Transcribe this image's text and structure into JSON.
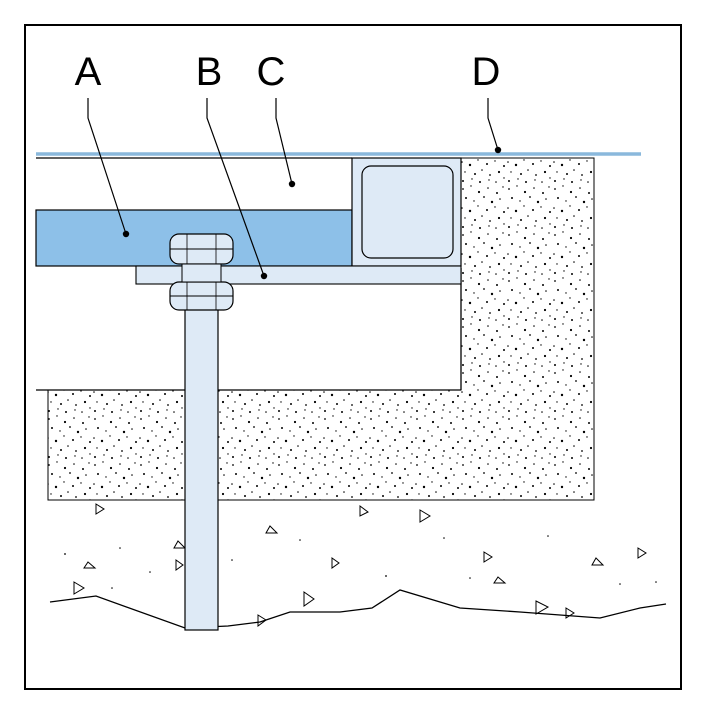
{
  "labels": {
    "a": "A",
    "b": "B",
    "c": "C",
    "d": "D"
  },
  "colors": {
    "beam_blue": "#8dc0e8",
    "light_blue": "#deeaf6",
    "line_blue": "#8ab8dc",
    "outline": "#000000",
    "concrete_speckle": "#000000",
    "background": "#ffffff"
  }
}
